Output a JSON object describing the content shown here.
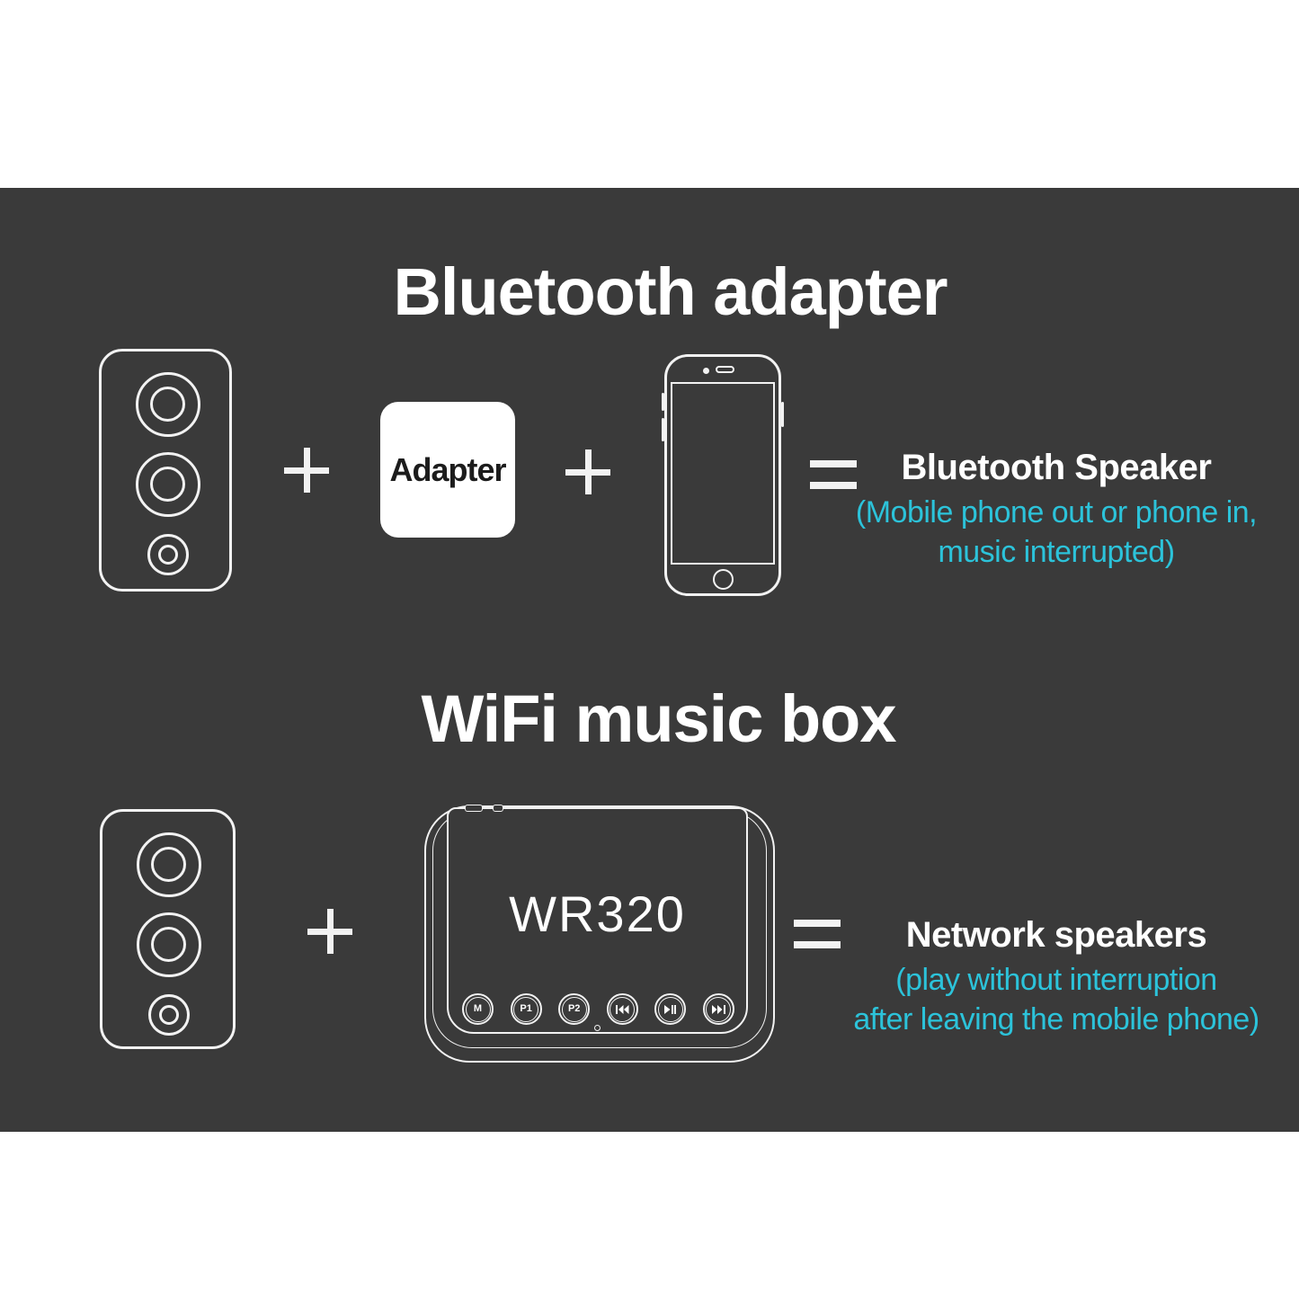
{
  "colors": {
    "page_background": "#ffffff",
    "panel_background": "#3a3a3a",
    "line_color": "#f2f2f2",
    "text_white": "#ffffff",
    "accent_cyan": "#2cc3da",
    "adapter_text": "#1c1c1c"
  },
  "icons": {
    "plus": "+",
    "equals": "=",
    "previous_track": "|◀◀",
    "play_pause": "▶||",
    "next_track": "▶▶|"
  },
  "sections": [
    {
      "title": "Bluetooth adapter",
      "adapter_label": "Adapter",
      "result": {
        "heading": "Bluetooth Speaker",
        "note_line1": "(Mobile phone out or phone in,",
        "note_line2": "music interrupted)"
      }
    },
    {
      "title": "WiFi music box",
      "device_label": "WR320",
      "device_buttons": [
        "M",
        "P1",
        "P2"
      ],
      "result": {
        "heading": "Network speakers",
        "note_line1": "(play without interruption",
        "note_line2": "after leaving the mobile phone)"
      }
    }
  ]
}
